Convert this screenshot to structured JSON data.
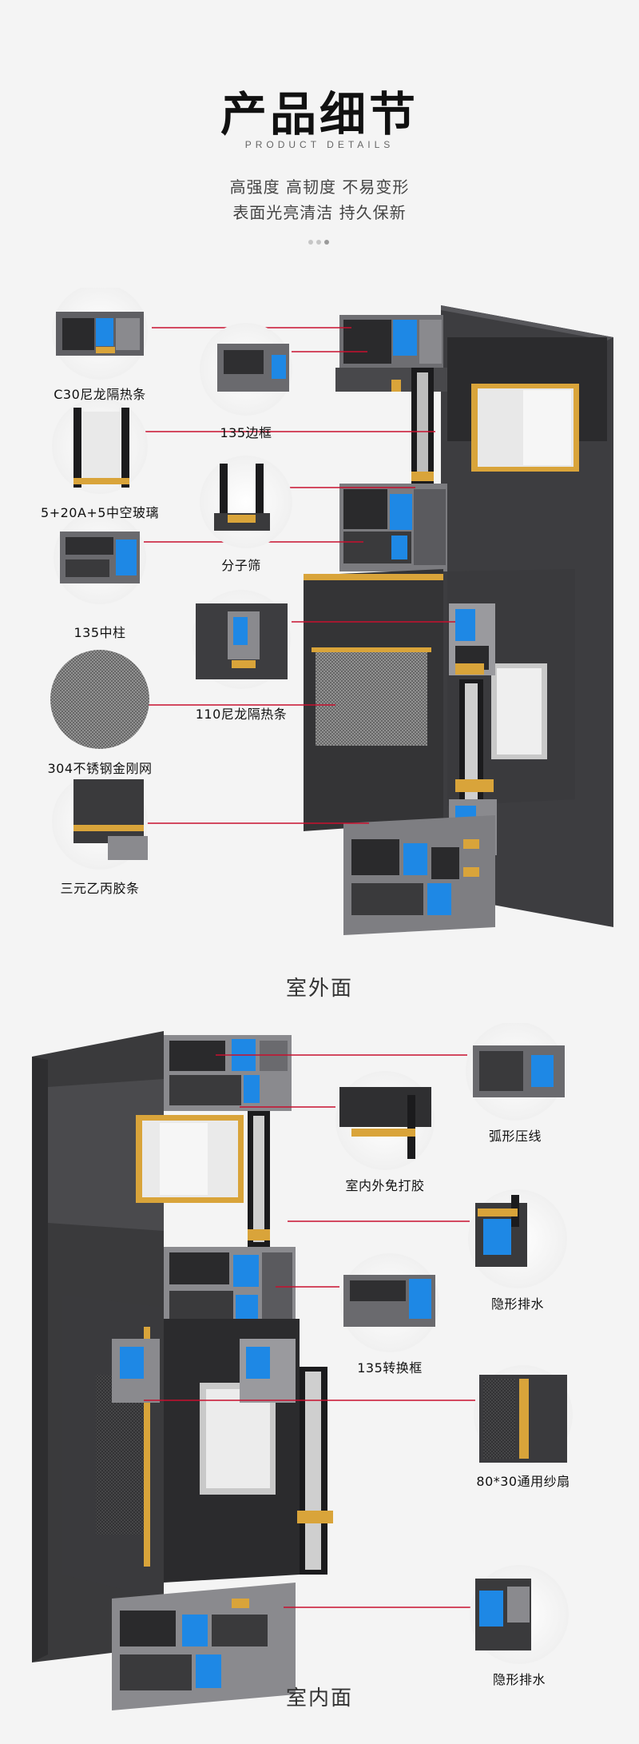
{
  "header": {
    "title": "产品细节",
    "subtitle": "PRODUCT DETAILS",
    "tagline_line1": "高强度  高韧度  不易变形",
    "tagline_line2": "表面光亮清洁  持久保新"
  },
  "exterior": {
    "face_label": "室外面",
    "callouts": [
      {
        "label": "C30尼龙隔热条",
        "icon": "insulation-strip-closeup"
      },
      {
        "label": "135边框",
        "icon": "frame-profile-closeup"
      },
      {
        "label": "5+20A+5中空玻璃",
        "icon": "hollow-glass-closeup"
      },
      {
        "label": "分子筛",
        "icon": "molecular-sieve-closeup"
      },
      {
        "label": "135中柱",
        "icon": "mullion-profile-closeup"
      },
      {
        "label": "110尼龙隔热条",
        "icon": "nylon-strip-closeup"
      },
      {
        "label": "304不锈钢金刚网",
        "icon": "stainless-mesh-closeup"
      },
      {
        "label": "三元乙丙胶条",
        "icon": "epdm-seal-closeup"
      }
    ]
  },
  "interior": {
    "face_label": "室内面",
    "callouts": [
      {
        "label": "弧形压线",
        "icon": "curved-bead-closeup"
      },
      {
        "label": "室内外免打胶",
        "icon": "no-glue-closeup"
      },
      {
        "label": "隐形排水",
        "icon": "hidden-drain-closeup"
      },
      {
        "label": "135转换框",
        "icon": "conversion-frame-closeup"
      },
      {
        "label": "80*30通用纱扇",
        "icon": "screen-sash-closeup"
      },
      {
        "label": "隐形排水",
        "icon": "hidden-drain-closeup"
      }
    ]
  },
  "colors": {
    "frame": "#3a3a3c",
    "accent_line": "#c8102e",
    "seal": "#d9a43a",
    "insulation": "#1e88e5"
  }
}
